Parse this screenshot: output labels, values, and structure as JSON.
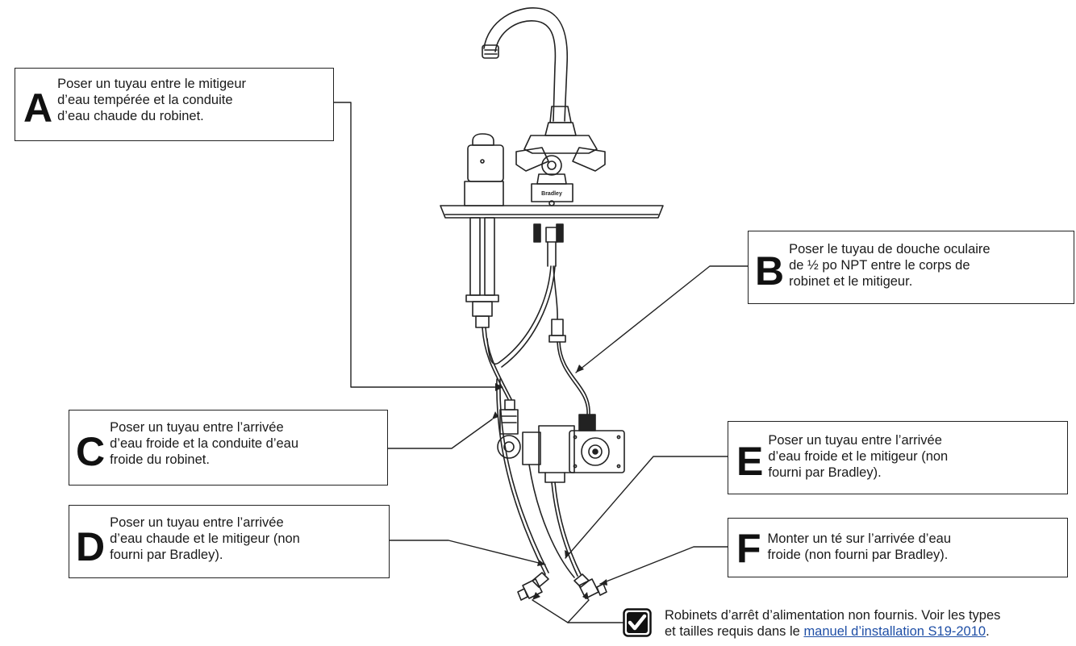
{
  "callouts": {
    "a": {
      "letter": "A",
      "lines": [
        "Poser un tuyau entre le mitigeur",
        "d’eau tempérée et la conduite",
        "d’eau chaude du robinet."
      ]
    },
    "b": {
      "letter": "B",
      "lines": [
        "Poser le tuyau de douche oculaire",
        "de ½ po NPT entre le corps de",
        "robinet et le mitigeur."
      ]
    },
    "c": {
      "letter": "C",
      "lines": [
        "Poser un tuyau entre l’arrivée",
        "d’eau froide et la conduite d’eau",
        "froide du robinet."
      ]
    },
    "d": {
      "letter": "D",
      "lines": [
        "Poser un tuyau entre l’arrivée",
        "d’eau chaude et le mitigeur (non",
        "fourni par Bradley)."
      ]
    },
    "e": {
      "letter": "E",
      "lines": [
        "Poser un tuyau entre l’arrivée",
        "d’eau froide et le mitigeur (non",
        "fourni par Bradley)."
      ]
    },
    "f": {
      "letter": "F",
      "lines": [
        "Monter un té sur l’arrivée d’eau",
        "froide (non fourni par Bradley)."
      ]
    }
  },
  "note": {
    "line1": "Robinets d’arrêt d’alimentation non fournis. Voir les types",
    "line2_prefix": "et tailles requis dans le ",
    "link_text": "manuel d’installation S19-2010",
    "line2_suffix": "."
  },
  "faucet_brand": "Bradley",
  "icons": {
    "note": "checkmark-icon"
  },
  "colors": {
    "line": "#222222",
    "link": "#1f4fa6",
    "background": "#ffffff"
  }
}
